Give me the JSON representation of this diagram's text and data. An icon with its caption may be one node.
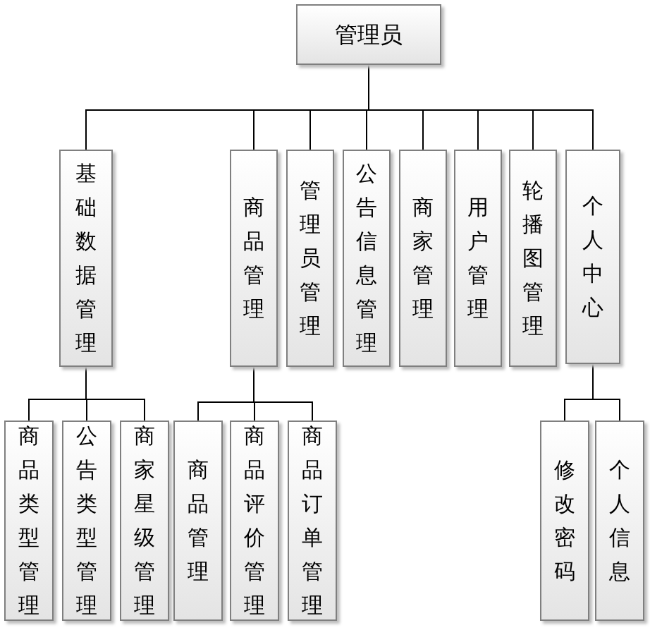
{
  "diagram": {
    "nodes": [
      {
        "text": [
          "管理员"
        ]
      },
      {
        "text": [
          "基础数据管理"
        ]
      },
      {
        "text": [
          "商品管理"
        ]
      },
      {
        "text": [
          "管理员管理"
        ]
      },
      {
        "text": [
          "公告信息管理"
        ]
      },
      {
        "text": [
          "商家管理"
        ]
      },
      {
        "text": [
          "用户管理"
        ]
      },
      {
        "text": [
          "轮播图管理"
        ]
      },
      {
        "text": [
          "个人中心"
        ]
      },
      {
        "text": [
          "商品类型管理"
        ]
      },
      {
        "text": [
          "公告类型管理"
        ]
      },
      {
        "text": [
          "商家星级管理"
        ]
      },
      {
        "text": [
          "商品管理"
        ]
      },
      {
        "text": [
          "商品评价管理"
        ]
      },
      {
        "text": [
          "商品订单管理"
        ]
      },
      {
        "text": [
          "修改密码"
        ]
      },
      {
        "text": [
          "个人信息"
        ]
      }
    ],
    "edges": [
      {
        "from": 0,
        "to": 1,
        "arrow": "none"
      },
      {
        "from": 0,
        "to": 2,
        "arrow": "none"
      },
      {
        "from": 0,
        "to": 3,
        "arrow": "none"
      },
      {
        "from": 0,
        "to": 4,
        "arrow": "none"
      },
      {
        "from": 0,
        "to": 5,
        "arrow": "none"
      },
      {
        "from": 0,
        "to": 6,
        "arrow": "none"
      },
      {
        "from": 0,
        "to": 7,
        "arrow": "none"
      },
      {
        "from": 0,
        "to": 8,
        "arrow": "none"
      },
      {
        "from": 1,
        "to": 9,
        "arrow": "none"
      },
      {
        "from": 1,
        "to": 10,
        "arrow": "none"
      },
      {
        "from": 1,
        "to": 11,
        "arrow": "none"
      },
      {
        "from": 2,
        "to": 12,
        "arrow": "none"
      },
      {
        "from": 2,
        "to": 13,
        "arrow": "none"
      },
      {
        "from": 2,
        "to": 14,
        "arrow": "none"
      },
      {
        "from": 8,
        "to": 15,
        "arrow": "none"
      },
      {
        "from": 8,
        "to": 16,
        "arrow": "none"
      }
    ]
  }
}
